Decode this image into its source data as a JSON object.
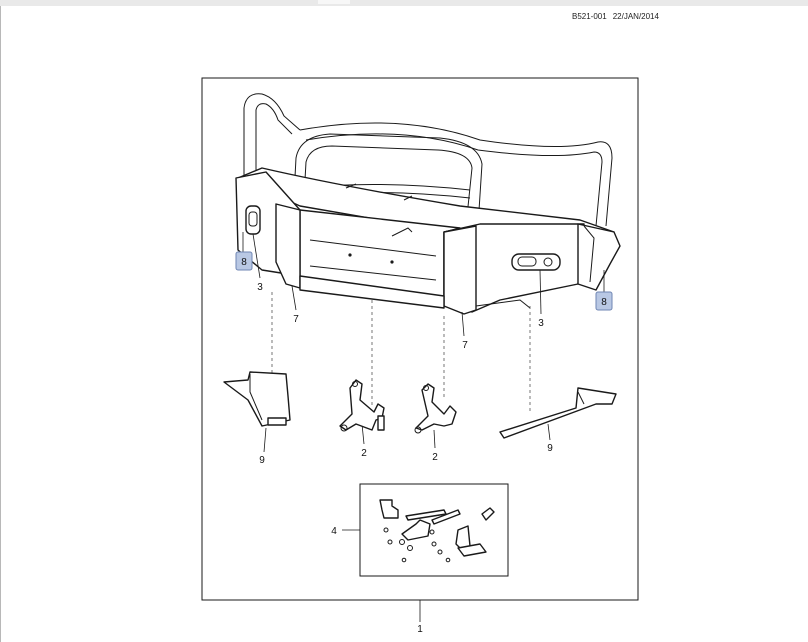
{
  "header": {
    "doc_code": "B521-001",
    "date": "22/JAN/2014"
  },
  "callouts": {
    "assembly": "1",
    "bracket_left": "2",
    "bracket_right": "2",
    "light_left": "3",
    "light_right": "3",
    "kit": "4",
    "trim_left": "7",
    "trim_right": "7",
    "highlight_left": "8",
    "highlight_right": "8",
    "plate_left": "9",
    "plate_right": "9"
  },
  "colors": {
    "highlight_fill": "#b9c8e4",
    "highlight_border": "#6f86b3",
    "line": "#1a1a1a"
  }
}
